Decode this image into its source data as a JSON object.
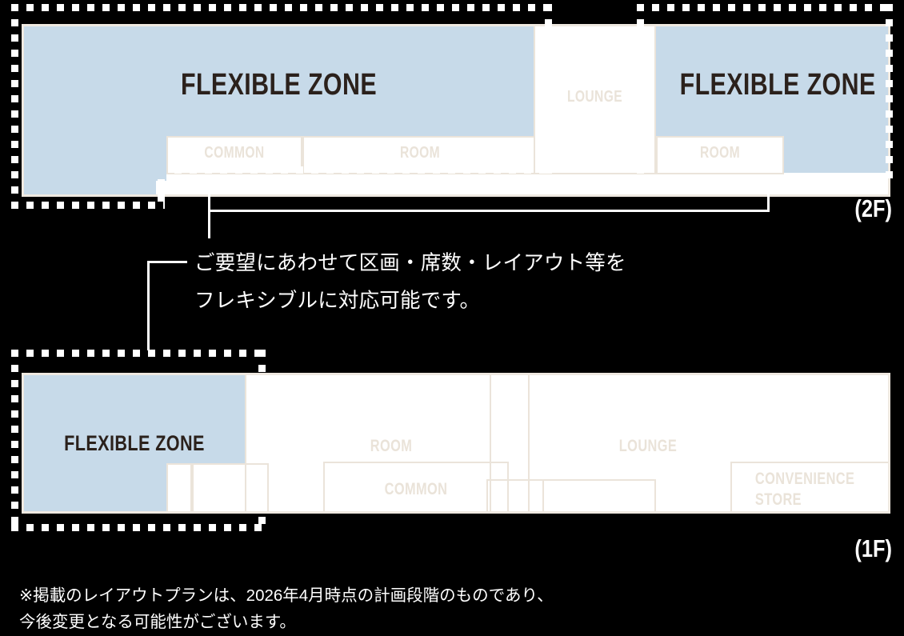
{
  "page": {
    "background_color": "#000000",
    "zone_color": "#C7DAE9",
    "plan_border_color": "#EFE9E1",
    "room_line_color": "#EBE4DA",
    "room_label_color": "#EAE3D9",
    "zone_label_color": "#2B211C",
    "text_color": "#FFFFFF"
  },
  "floor2": {
    "tag": "(2F)",
    "zones": [
      {
        "label": "FLEXIBLE ZONE"
      },
      {
        "label": "FLEXIBLE ZONE"
      }
    ],
    "rooms": [
      {
        "label": "COMMON"
      },
      {
        "label": "ROOM"
      },
      {
        "label": "LOUNGE"
      },
      {
        "label": "ROOM"
      }
    ]
  },
  "floor1": {
    "tag": "(1F)",
    "zones": [
      {
        "label": "FLEXIBLE ZONE"
      }
    ],
    "rooms": [
      {
        "label": "ROOM"
      },
      {
        "label": "COMMON"
      },
      {
        "label": "LOUNGE"
      },
      {
        "label": "CONVENIENCE\nSTORE"
      }
    ]
  },
  "callout": {
    "line1": "ご要望にあわせて区画・席数・レイアウト等を",
    "line2": "フレキシブルに対応可能です。"
  },
  "footnote": {
    "line1": "※掲載のレイアウトプランは、2026年4月時点の計画段階のものであり、",
    "line2": "今後変更となる可能性がございます。"
  }
}
